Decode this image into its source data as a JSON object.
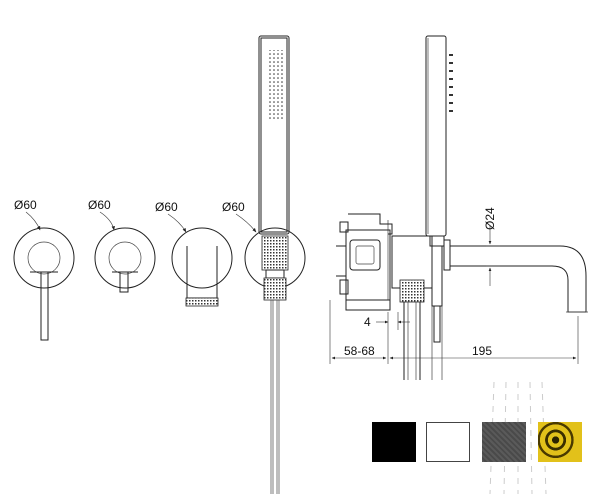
{
  "labels": {
    "d1": "Ø60",
    "d2": "Ø60",
    "d3": "Ø60",
    "d4": "Ø60",
    "spout_dia": "Ø24",
    "dim_4": "4",
    "dim_depth": "58-68",
    "dim_length": "195"
  },
  "finishes": [
    {
      "name": "black-finish-swatch",
      "color": "#000000"
    },
    {
      "name": "white-finish-swatch",
      "color": "#ffffff"
    },
    {
      "name": "gunmetal-finish-swatch",
      "color": "#5a5a5a"
    },
    {
      "name": "gold-finish-swatch",
      "color": "#e2c11a"
    }
  ]
}
